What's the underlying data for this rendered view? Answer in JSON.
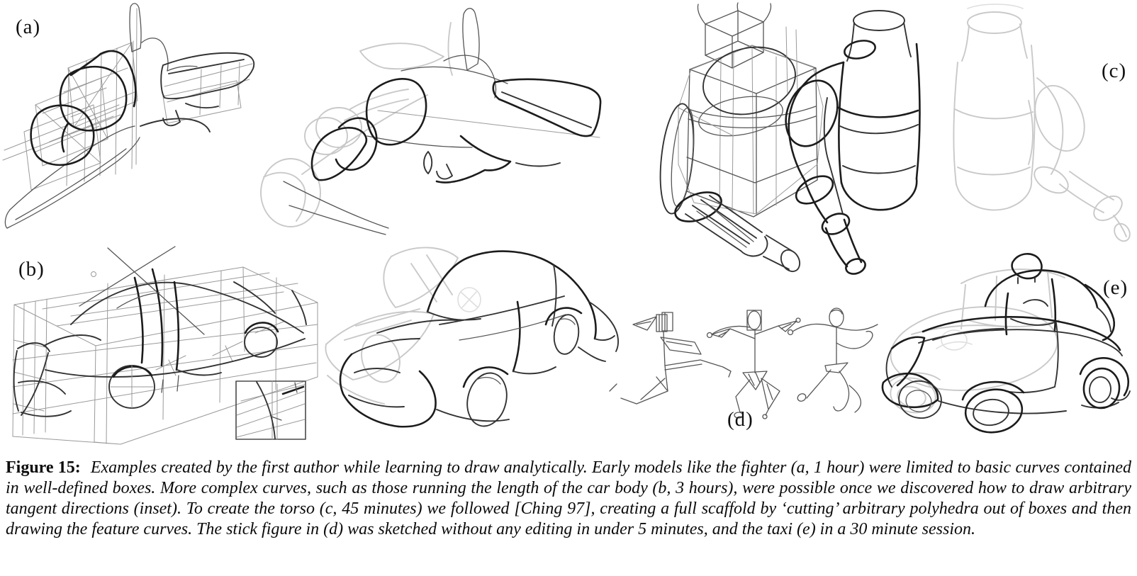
{
  "figure": {
    "panels": [
      {
        "key": "a",
        "label": "(a)",
        "sketch": "fighter-jet-scaffold-sketch"
      },
      {
        "key": "b",
        "label": "(b)",
        "sketch": "car-scaffold-box-sketch"
      },
      {
        "key": "c",
        "label": "(c)",
        "sketch": "torso-scaffold-and-curves-sketch"
      },
      {
        "key": "d",
        "label": "(d)",
        "sketch": "stick-figures-sketch"
      },
      {
        "key": "e",
        "label": "(e)",
        "sketch": "taxi-sketch"
      }
    ],
    "caption": {
      "label": "Figure 15:",
      "text": "Examples created by the first author while learning to draw analytically. Early models like the fighter (a, 1 hour) were limited to basic curves contained in well-defined boxes. More complex curves, such as those running the length of the car body (b, 3 hours), were possible once we discovered how to draw arbitrary tangent directions (inset). To create the torso (c, 45 minutes) we followed [Ching 97], creating a full scaffold by ‘cutting’ arbitrary polyhedra out of boxes and then drawing the feature curves. The stick figure in (d) was sketched without any editing in under 5 minutes, and the taxi (e) in a 30 minute session."
    },
    "colors": {
      "ink": "#1c1c1c",
      "medium": "#555555",
      "dark-line": "#333333",
      "scaffold": "#9a9a9a",
      "ghost": "#c9c9c9",
      "highlight": "#dcdcdc",
      "background": "#ffffff"
    }
  }
}
